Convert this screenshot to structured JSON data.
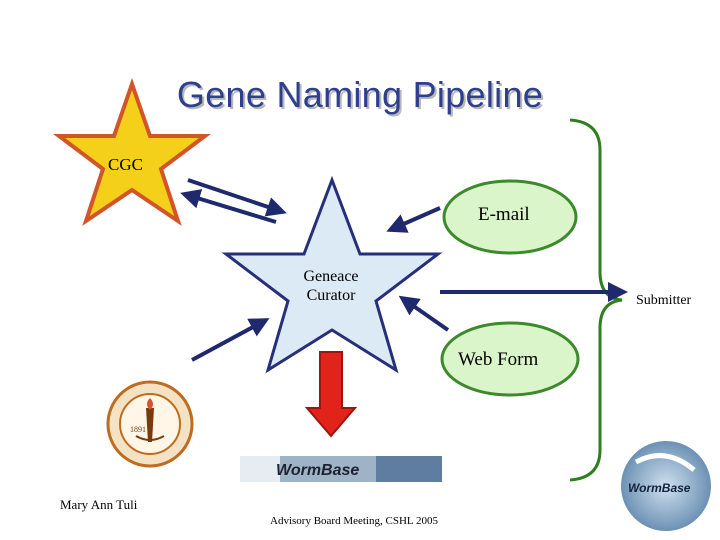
{
  "slide": {
    "title": "Gene Naming Pipeline",
    "nodes": {
      "cgc": "CGC",
      "email": "E-mail",
      "curator_line1": "Geneace",
      "curator_line2": "Curator",
      "webform": "Web Form",
      "submitter": "Submitter"
    },
    "footer": {
      "author": "Mary Ann Tuli",
      "meeting": "Advisory Board Meeting, CSHL 2005"
    },
    "logos": {
      "caltech_year": "1891",
      "wormbase_banner": "WormBase",
      "wormbase_badge": "WormBase"
    }
  }
}
